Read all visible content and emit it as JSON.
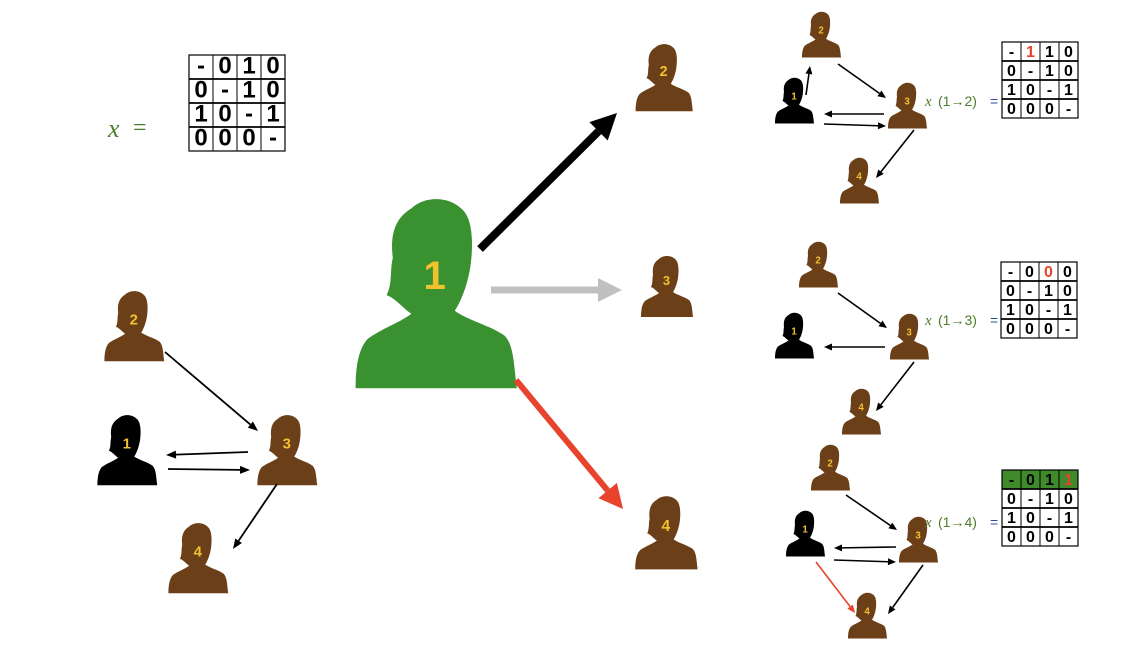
{
  "colors": {
    "person_brown": "#6b3f17",
    "person_black": "#000000",
    "person_green": "#3a9130",
    "number_gold": "#f2c12e",
    "arrow_black": "#000000",
    "arrow_gray": "#c0c0c0",
    "arrow_red": "#e8432d",
    "label_green": "#4d7d2a",
    "highlight_red": "#e8432d",
    "highlight_row_green": "#3f8a2a"
  },
  "base": {
    "x_symbol": "x",
    "equals": "=",
    "matrix": [
      [
        "-",
        "0",
        "1",
        "0"
      ],
      [
        "0",
        "-",
        "1",
        "0"
      ],
      [
        "1",
        "0",
        "-",
        "1"
      ],
      [
        "0",
        "0",
        "0",
        "-"
      ]
    ],
    "people": [
      "1",
      "2",
      "3",
      "4"
    ]
  },
  "center": {
    "person": "1"
  },
  "choices": [
    {
      "person": "2",
      "arrow_color": "black"
    },
    {
      "person": "3",
      "arrow_color": "gray"
    },
    {
      "person": "4",
      "arrow_color": "red"
    }
  ],
  "outcomes": [
    {
      "label_x": "x",
      "label_change": "(1→2)",
      "equals": "=",
      "people": [
        "1",
        "2",
        "3",
        "4"
      ],
      "matrix": [
        [
          "-",
          "1",
          "1",
          "0"
        ],
        [
          "0",
          "-",
          "1",
          "0"
        ],
        [
          "1",
          "0",
          "-",
          "1"
        ],
        [
          "0",
          "0",
          "0",
          "-"
        ]
      ],
      "highlight_cell": [
        0,
        1
      ],
      "highlight_row": false
    },
    {
      "label_x": "x",
      "label_change": "(1→3)",
      "equals": "=",
      "people": [
        "1",
        "2",
        "3",
        "4"
      ],
      "matrix": [
        [
          "-",
          "0",
          "0",
          "0"
        ],
        [
          "0",
          "-",
          "1",
          "0"
        ],
        [
          "1",
          "0",
          "-",
          "1"
        ],
        [
          "0",
          "0",
          "0",
          "-"
        ]
      ],
      "highlight_cell": [
        0,
        2
      ],
      "highlight_row": false
    },
    {
      "label_x": "x",
      "label_change": "(1→4)",
      "equals": "=",
      "people": [
        "1",
        "2",
        "3",
        "4"
      ],
      "matrix": [
        [
          "-",
          "0",
          "1",
          "1"
        ],
        [
          "0",
          "-",
          "1",
          "0"
        ],
        [
          "1",
          "0",
          "-",
          "1"
        ],
        [
          "0",
          "0",
          "0",
          "-"
        ]
      ],
      "highlight_cell": [
        0,
        3
      ],
      "highlight_row": true
    }
  ]
}
